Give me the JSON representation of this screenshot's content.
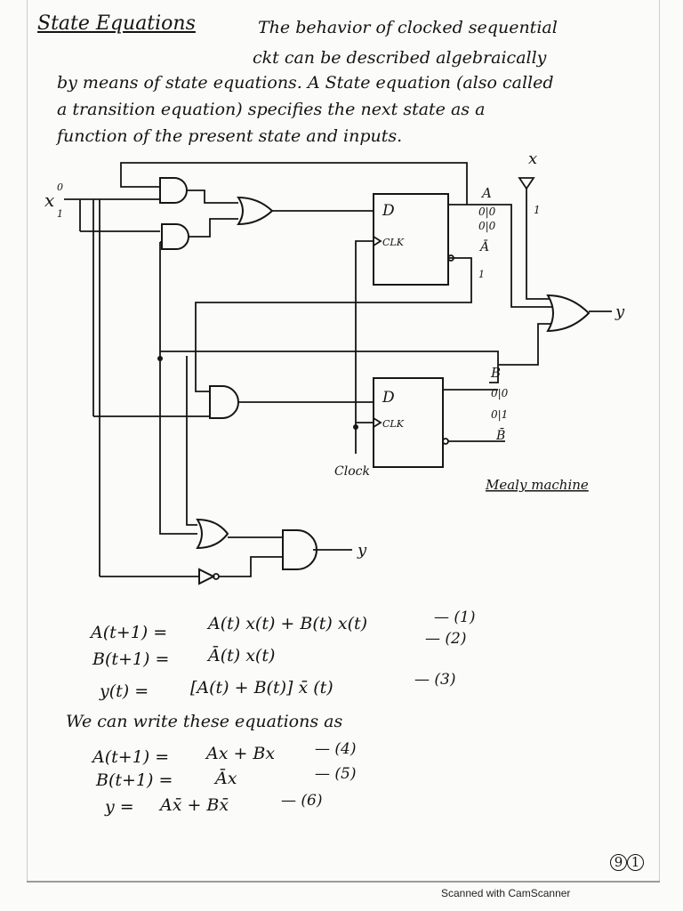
{
  "heading": "State Equations",
  "intro": [
    "The behavior of clocked sequential",
    "ckt can be described algebraically",
    "by means of state equations. A State equation (also called",
    "a transition equation) specifies the next state as a",
    "function of the present state and inputs."
  ],
  "circuit": {
    "input_x_left": "x",
    "input_x_left_values": "0",
    "input_x_left_values2": "1",
    "input_x_right": "x",
    "input_x_right_value": "1",
    "ff_top_d": "D",
    "ff_top_clk": "CLK",
    "ff_bottom_d": "D",
    "ff_bottom_clk": "CLK",
    "label_A": "A",
    "label_A_bar": "Ā",
    "a_values_1": "0|0",
    "a_values_2": "0|0",
    "a_bar_value": "1",
    "label_B": "B",
    "label_B_bar": "B̄",
    "b_values_1": "0|0",
    "b_values_2": "0|1",
    "output_y_right": "y",
    "output_y_bottom": "y",
    "clock_label": "Clock",
    "machine_label": "Mealy machine"
  },
  "equations": [
    {
      "lhs": "A(t+1) =",
      "rhs": "A(t) x(t) + B(t) x(t)",
      "num": "1"
    },
    {
      "lhs": "B(t+1) =",
      "rhs": "Ā(t) x(t)",
      "num": "2"
    },
    {
      "lhs": "y(t) =",
      "rhs": "[A(t) + B(t)] x̄ (t)",
      "num": "3"
    }
  ],
  "bridge_text": "We can write these equations as",
  "short_equations": [
    {
      "lhs": "A(t+1) =",
      "rhs": "Ax + Bx",
      "num": "4"
    },
    {
      "lhs": "B(t+1) =",
      "rhs": "Āx",
      "num": "5"
    },
    {
      "lhs": "y =",
      "rhs": "Ax̄ + Bx̄",
      "num": "6"
    }
  ],
  "page_number": "9",
  "page_number_sub": "1",
  "footer": "Scanned with CamScanner"
}
